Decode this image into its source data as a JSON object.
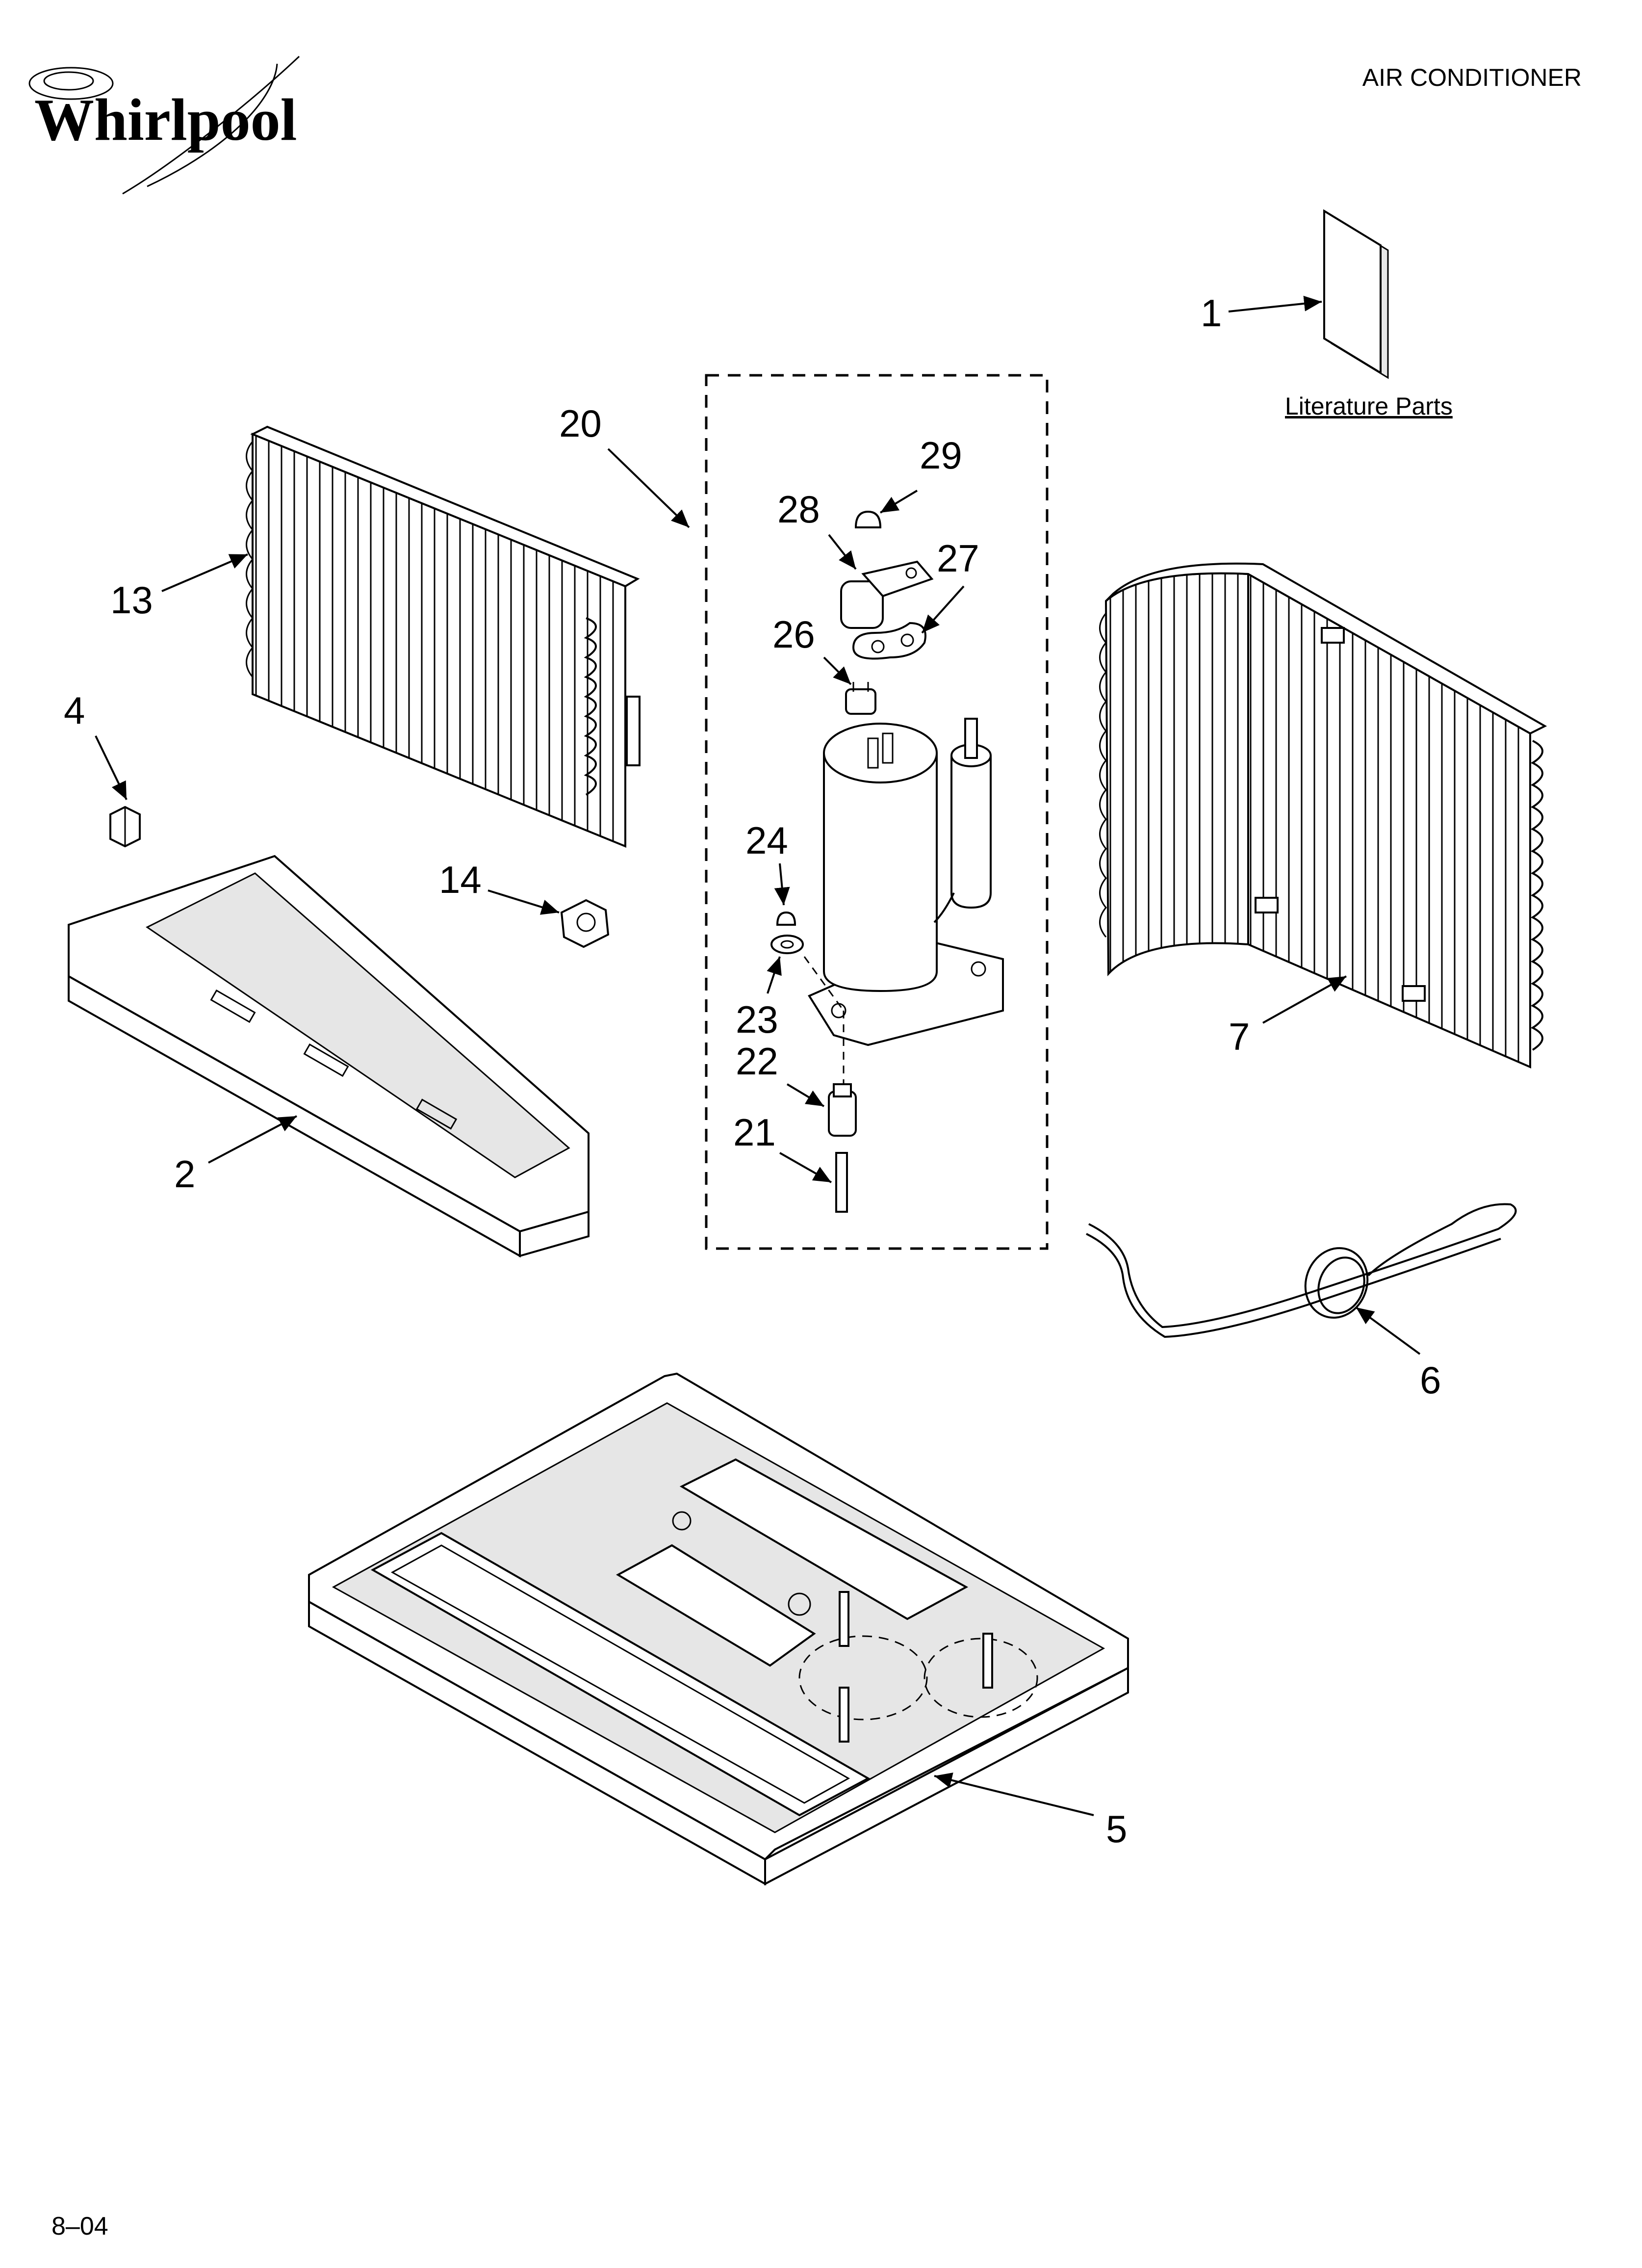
{
  "brand": {
    "logo_text": "Whirlpool"
  },
  "header": {
    "product": "AIR CONDITIONER"
  },
  "literature": {
    "label": "Literature Parts"
  },
  "footer": {
    "date_code": "8–04"
  },
  "callouts": {
    "c1": "1",
    "c2": "2",
    "c4": "4",
    "c5": "5",
    "c6": "6",
    "c7": "7",
    "c13": "13",
    "c14": "14",
    "c20": "20",
    "c21": "21",
    "c22": "22",
    "c23": "23",
    "c24": "24",
    "c26": "26",
    "c27": "27",
    "c28": "28",
    "c29": "29"
  }
}
